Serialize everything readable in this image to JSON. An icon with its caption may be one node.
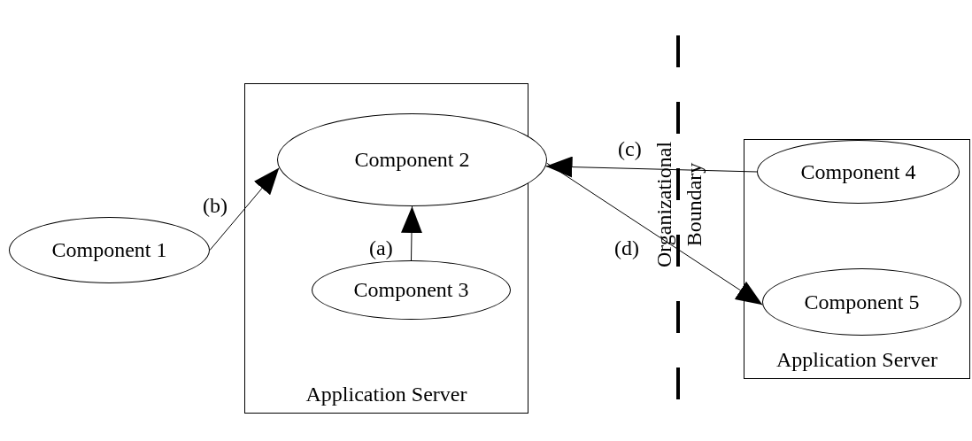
{
  "diagram": {
    "nodes": [
      {
        "text": [
          "Component 1"
        ]
      },
      {
        "text": [
          "Application Server"
        ]
      },
      {
        "text": [
          "Component 2"
        ],
        "in": 1
      },
      {
        "text": [
          "Component 3"
        ],
        "in": 1
      },
      {
        "text": [
          "Application Server"
        ]
      },
      {
        "text": [
          "Component 4"
        ],
        "in": 4
      },
      {
        "text": [
          "Component 5"
        ],
        "in": 4
      }
    ],
    "edges": [
      {
        "from": 3,
        "to": 2,
        "arrow": "to",
        "label": "(a)"
      },
      {
        "from": 0,
        "to": 2,
        "arrow": "to",
        "label": "(b)"
      },
      {
        "from": 5,
        "to": 2,
        "arrow": "to",
        "label": "(c)"
      },
      {
        "from": 2,
        "to": 6,
        "arrow": "to",
        "label": "(d)"
      }
    ],
    "labels": [
      "Organizational Boundary"
    ]
  }
}
